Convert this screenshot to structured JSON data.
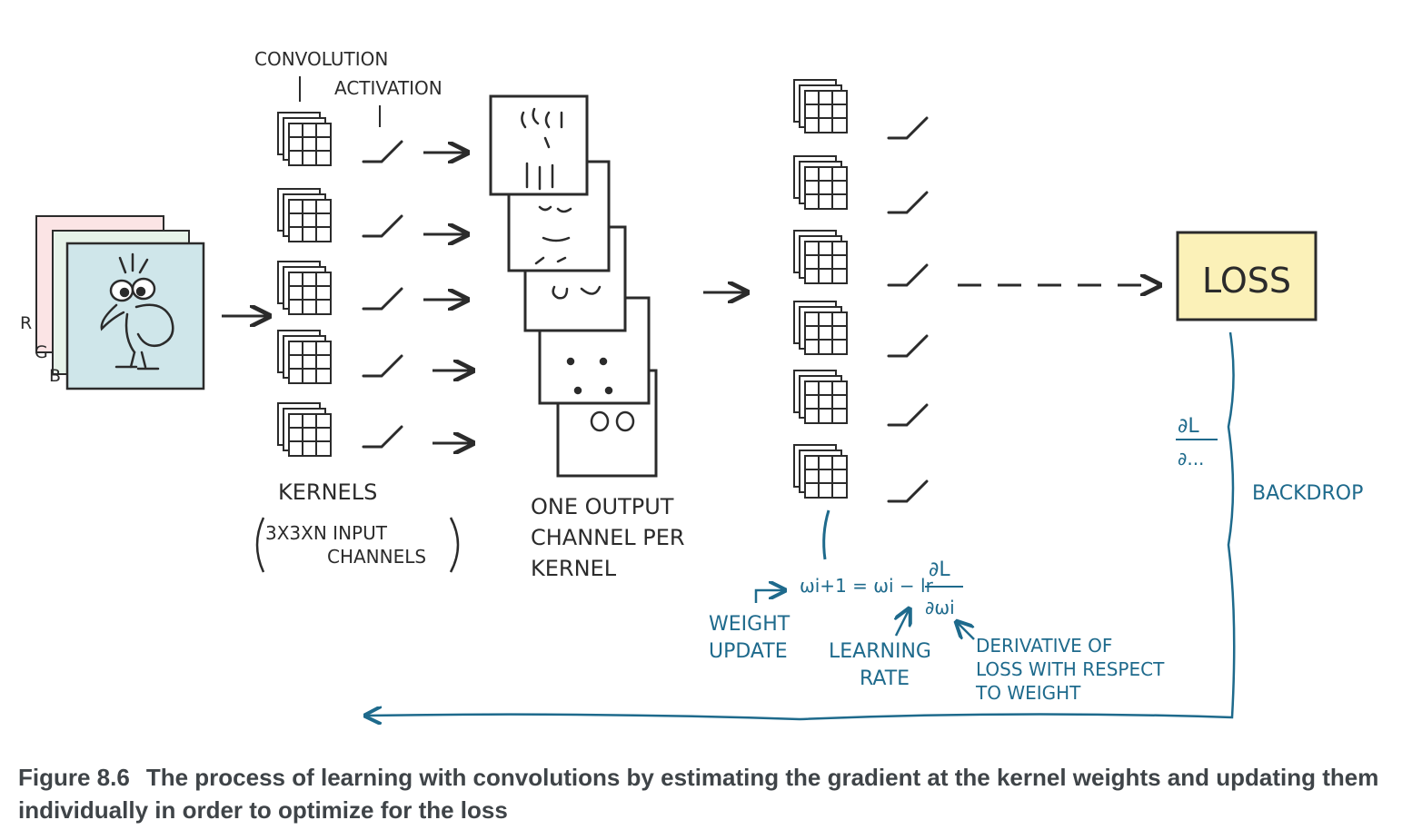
{
  "labels": {
    "convolution": "CONVOLUTION",
    "activation": "ACTIVATION",
    "channel_r": "R",
    "channel_g": "G",
    "channel_b": "B",
    "kernels": "KERNELS",
    "kernels_sub1": "3X3XN INPUT",
    "kernels_sub2": "CHANNELS",
    "output_1": "ONE OUTPUT",
    "output_2": "CHANNEL PER",
    "output_3": "KERNEL",
    "loss": "LOSS",
    "backdrop": "BACKDROP",
    "grad_num": "∂L",
    "grad_den": "∂...",
    "formula_lhs": "ωi+1 = ωi − lr",
    "formula_num": "∂L",
    "formula_den": "∂ωi",
    "weight_update_1": "WEIGHT",
    "weight_update_2": "UPDATE",
    "learning_rate_1": "LEARNING",
    "learning_rate_2": "RATE",
    "derivative_1": "DERIVATIVE OF",
    "derivative_2": "LOSS WITH RESPECT",
    "derivative_3": "TO WEIGHT"
  },
  "caption": {
    "number": "Figure 8.6",
    "text": "The process of learning with convolutions by estimating the gradient at the kernel weights and updating them individually in order to optimize for the loss"
  },
  "colors": {
    "ink": "#2b2b2b",
    "blue_ink": "#1e6a8c",
    "loss_fill": "#fbf1b8",
    "image_fill": "#cfe6ea",
    "frame_r": "#f2b8bc",
    "frame_g": "#b8dcc0",
    "caption": "#3f4448"
  }
}
